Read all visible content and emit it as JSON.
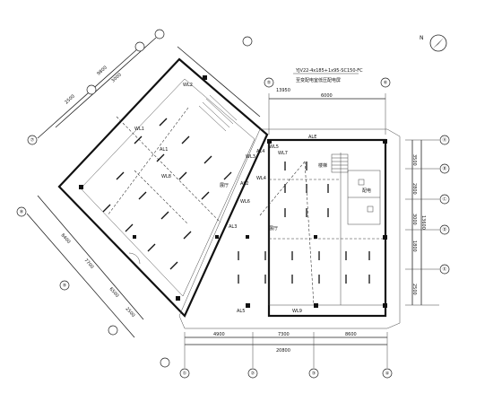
{
  "north_label": "N",
  "bottom_axes": [
    "①",
    "②",
    "③",
    "④"
  ],
  "right_axes": [
    "Ⓐ",
    "Ⓑ",
    "Ⓒ",
    "Ⓓ",
    "Ⓔ"
  ],
  "top_axes": [
    "⑤",
    "⑥"
  ],
  "left_axes": [
    "⑦",
    "⑧",
    "⑨"
  ],
  "bottom_dims": [
    "4900",
    "7300",
    "8600",
    "20800"
  ],
  "right_dims": [
    "3500",
    "2800",
    "3000",
    "1800",
    "2500",
    "13600"
  ],
  "top_dims": [
    "13950",
    "6000"
  ],
  "diag_dims": [
    "9800",
    "2500",
    "3000",
    "8400",
    "7700",
    "6500",
    "2500"
  ],
  "cable_note": "YJV22-4x185+1x95-SC150-FC",
  "cable_note2": "至变配电室低压配电屏",
  "room_labels": [
    "展厅",
    "展厅",
    "楼梯",
    "配电"
  ],
  "panel_labels": [
    "AL1",
    "AL2",
    "AL3",
    "AL4",
    "AL5",
    "ALE"
  ],
  "fixture_labels": [
    "WL1",
    "WL2",
    "WL3",
    "WL4",
    "WL5",
    "WL6",
    "WL7",
    "WL8",
    "WL9"
  ]
}
